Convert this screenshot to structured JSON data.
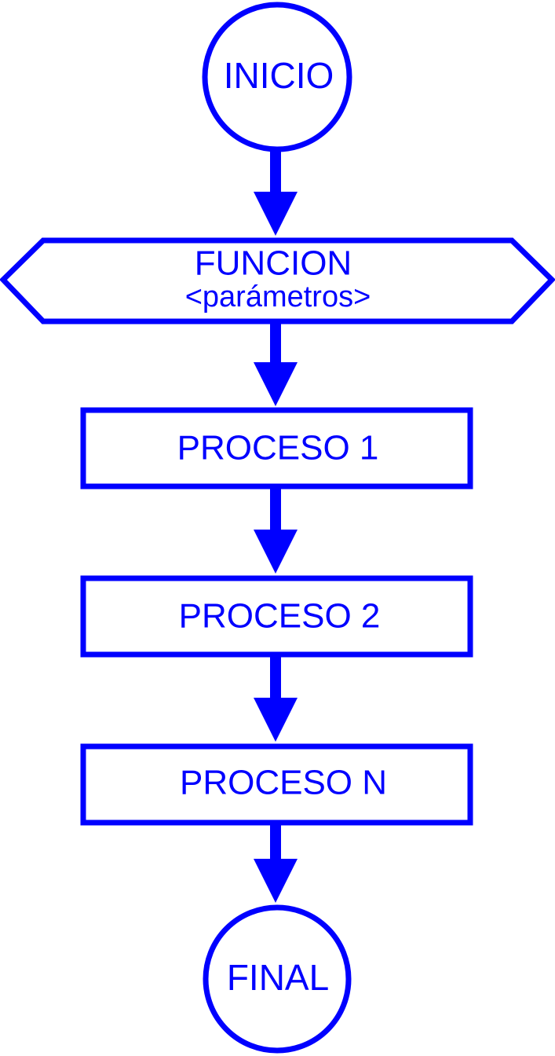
{
  "diagram": {
    "stroke_color": "#0000ff",
    "background": "#ffffff",
    "nodes": {
      "start": {
        "label": "INICIO"
      },
      "function": {
        "label": "FUNCION",
        "sublabel": "<parámetros>"
      },
      "process1": {
        "label": "PROCESO 1"
      },
      "process2": {
        "label": "PROCESO 2"
      },
      "processN": {
        "label": "PROCESO N"
      },
      "end": {
        "label": "FINAL"
      }
    }
  }
}
